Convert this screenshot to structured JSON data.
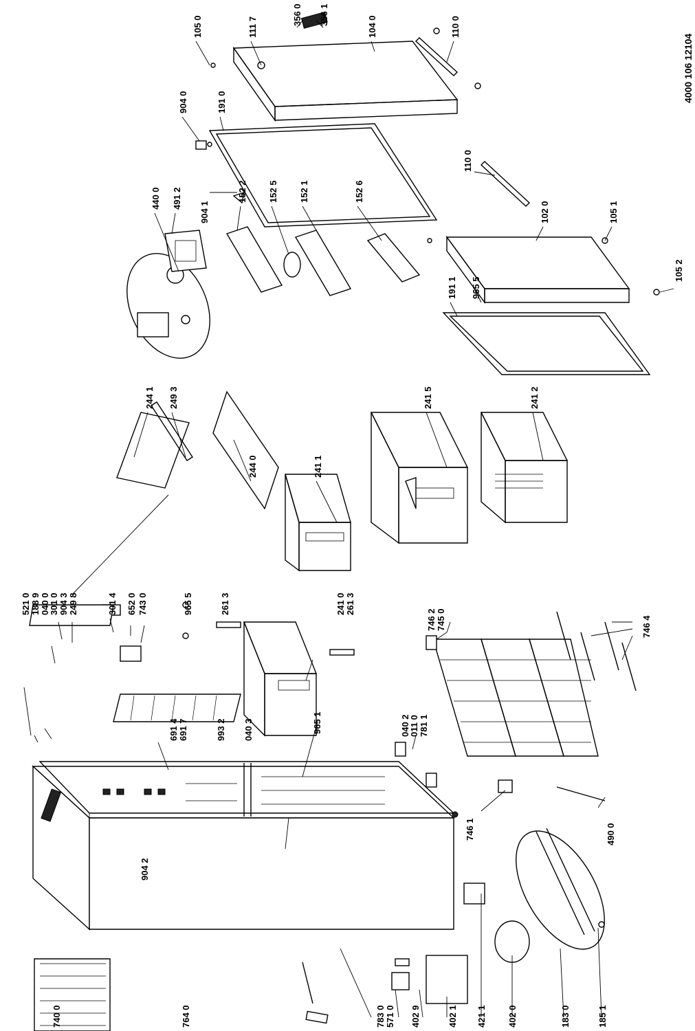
{
  "doc_code": "4000 106 12104",
  "labels": {
    "p5210": "521 0",
    "p1889": "188 9",
    "p0400": "040 0",
    "p3010": "301 0",
    "p9043": "904 3",
    "p2498": "249 8",
    "p3014": "301 4",
    "p6520": "652 0",
    "p7430": "743 0",
    "p9655a": "965 5",
    "p2613a": "261 3",
    "p2410": "241 0",
    "p2613b": "261 3",
    "p9651": "965 1",
    "p6914": "691 4",
    "p6917": "691 7",
    "p9932": "993 2",
    "p0403": "040 3",
    "p0402": "040 2",
    "p0110": "011 0",
    "p7811": "781 1",
    "p7462": "746 2",
    "p7450": "745 0",
    "p7464": "746 4",
    "p7461": "746 1",
    "p4900": "490 0",
    "p9042": "904 2",
    "p7400": "740 0",
    "p7640": "764 0",
    "p7830": "783 0",
    "p5710": "571 0",
    "p4029": "402 9",
    "p4021": "402 1",
    "p4211": "421 1",
    "p4020": "402 0",
    "p1830": "183 0",
    "p1851": "185 1",
    "p2441a": "244 1",
    "p2493": "249 3",
    "p2440": "244 0",
    "p2411": "241 1",
    "p2415": "241 5",
    "p2412": "241 2",
    "p4400": "440 0",
    "p4912": "491 2",
    "p9041": "904 1",
    "p1522": "152 2",
    "p1525": "152 5",
    "p1521": "152 1",
    "p1526": "152 6",
    "p9040": "904 0",
    "p1910": "191 0",
    "p1050": "105 0",
    "p1117": "111 7",
    "p3560": "356 0",
    "p3561": "356 1",
    "p1040": "104 0",
    "p1100a": "110 0",
    "p1100b": "110 0",
    "p1020": "102 0",
    "p1051": "105 1",
    "p1052": "105 2",
    "p1911": "191 1",
    "p9655b": "965 5"
  }
}
